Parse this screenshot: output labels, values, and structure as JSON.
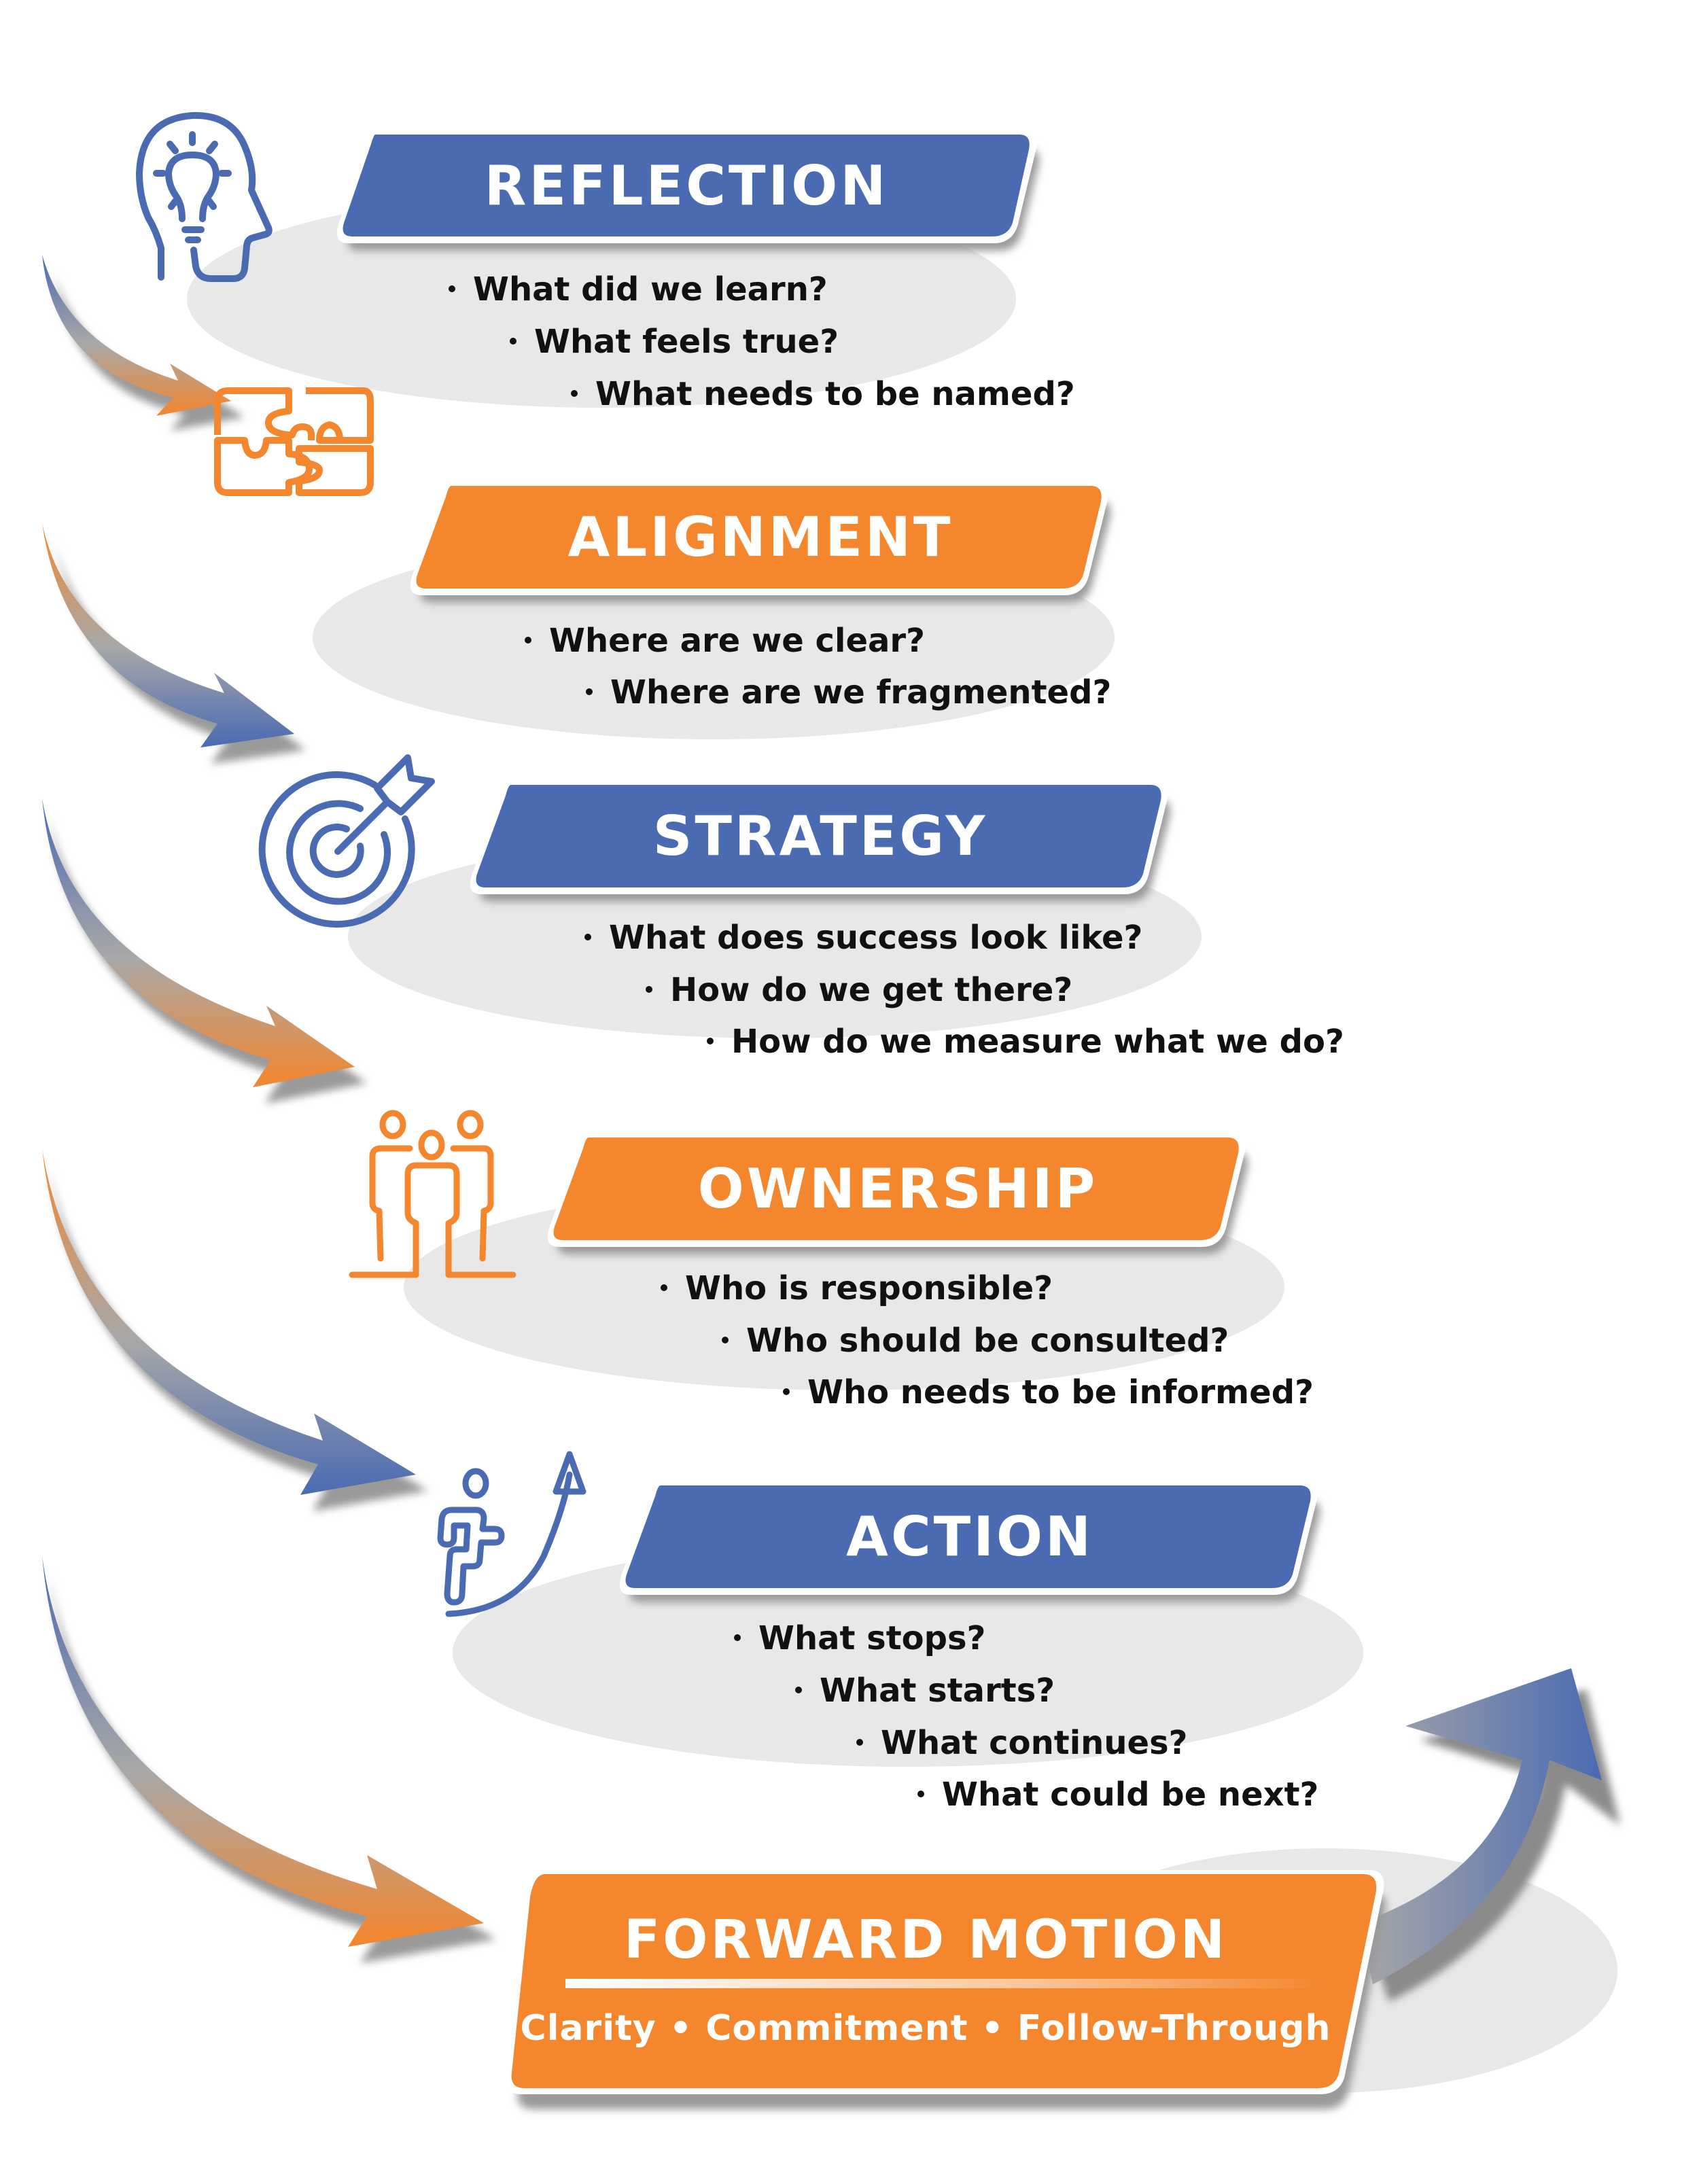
{
  "colors": {
    "blue": "#4A6AB2",
    "orange": "#F4862E",
    "ellipse_gray": "#E8E8E8",
    "shadow_gray": "#A0A0A0",
    "text_dark": "#111111",
    "text_light": "#FFFFFF"
  },
  "steps": [
    {
      "title": "REFLECTION",
      "color": "blue",
      "icon": "lightbulb-head-icon",
      "bullets": [
        "What did we learn?",
        "What feels true?",
        "What needs to be named?"
      ]
    },
    {
      "title": "ALIGNMENT",
      "color": "orange",
      "icon": "puzzle-icon",
      "bullets": [
        "Where are we clear?",
        "Where are we fragmented?"
      ]
    },
    {
      "title": "STRATEGY",
      "color": "blue",
      "icon": "target-arrow-icon",
      "bullets": [
        "What does success look like?",
        "How do we get there?",
        "How do we measure what we do?"
      ]
    },
    {
      "title": "OWNERSHIP",
      "color": "orange",
      "icon": "team-people-icon",
      "bullets": [
        "Who is responsible?",
        "Who should be consulted?",
        "Who needs to be informed?"
      ]
    },
    {
      "title": "ACTION",
      "color": "blue",
      "icon": "climbing-person-icon",
      "bullets": [
        "What stops?",
        "What starts?",
        "What continues?",
        "What could be next?"
      ]
    }
  ],
  "final": {
    "title": "FORWARD MOTION",
    "subtitle": "Clarity • Commitment • Follow-Through",
    "color": "orange",
    "icon": "upward-arrow-icon"
  }
}
